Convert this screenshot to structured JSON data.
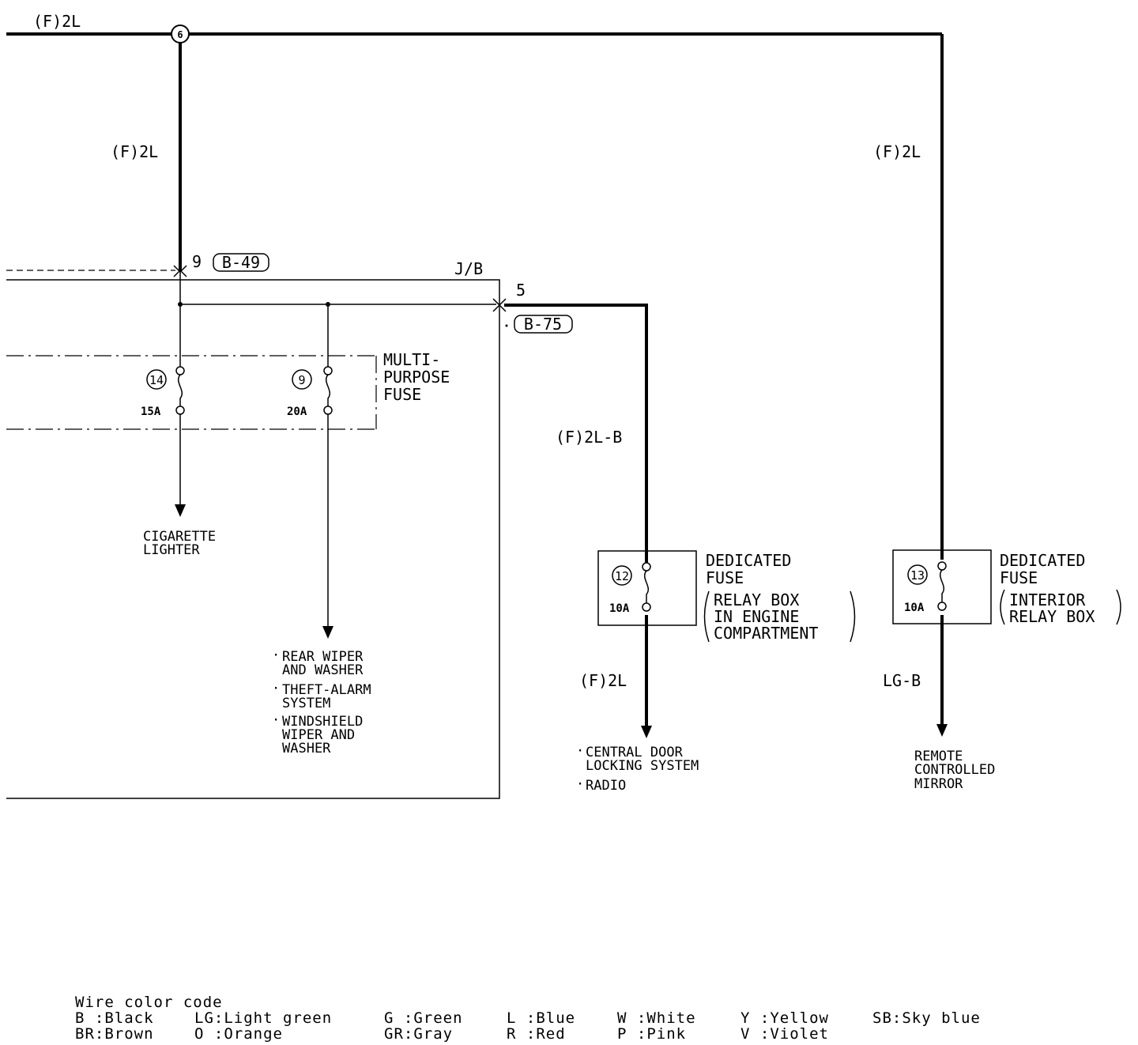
{
  "wires": {
    "top_left": "(F)2L",
    "top_drop": "(F)2L",
    "right_drop": "(F)2L",
    "to_fuse12": "(F)2L-B",
    "from_fuse12": "(F)2L",
    "from_fuse13": "LG-B"
  },
  "junction": {
    "number": "6"
  },
  "connectors": {
    "b49": {
      "pin": "9",
      "name": "B-49"
    },
    "b75": {
      "pin": "5",
      "name": "B-75"
    }
  },
  "jb_label": "J/B",
  "multipurpose_fuse": {
    "label_lines": [
      "MULTI-",
      "PURPOSE",
      "FUSE"
    ],
    "fuses": [
      {
        "number": "14",
        "rating": "15A"
      },
      {
        "number": "9",
        "rating": "20A"
      }
    ]
  },
  "dedicated_fuse_12": {
    "number": "12",
    "rating": "10A",
    "label_lines": [
      "DEDICATED",
      "FUSE"
    ],
    "location_lines": [
      "RELAY BOX",
      "IN ENGINE",
      "COMPARTMENT"
    ]
  },
  "dedicated_fuse_13": {
    "number": "13",
    "rating": "10A",
    "label_lines": [
      "DEDICATED",
      "FUSE"
    ],
    "location_lines": [
      "INTERIOR",
      "RELAY BOX"
    ]
  },
  "loads": {
    "cigarette": [
      "CIGARETTE",
      "LIGHTER"
    ],
    "fuse9_items": [
      {
        "lines": [
          "REAR WIPER",
          "AND WASHER"
        ]
      },
      {
        "lines": [
          "THEFT-ALARM",
          "SYSTEM"
        ]
      },
      {
        "lines": [
          "WINDSHIELD",
          "WIPER AND",
          "WASHER"
        ]
      }
    ],
    "fuse12_items": [
      {
        "lines": [
          "CENTRAL DOOR",
          "LOCKING SYSTEM"
        ]
      },
      {
        "lines": [
          "RADIO"
        ]
      }
    ],
    "mirror": [
      "REMOTE",
      "CONTROLLED",
      "MIRROR"
    ]
  },
  "legend": {
    "title": "Wire color code",
    "row1": [
      "B :Black",
      "LG:Light green",
      "G :Green",
      "L :Blue",
      "W :White",
      "Y :Yellow",
      "SB:Sky blue"
    ],
    "row2": [
      "BR:Brown",
      "O :Orange",
      "GR:Gray",
      "R :Red",
      "P :Pink",
      "V :Violet"
    ]
  }
}
